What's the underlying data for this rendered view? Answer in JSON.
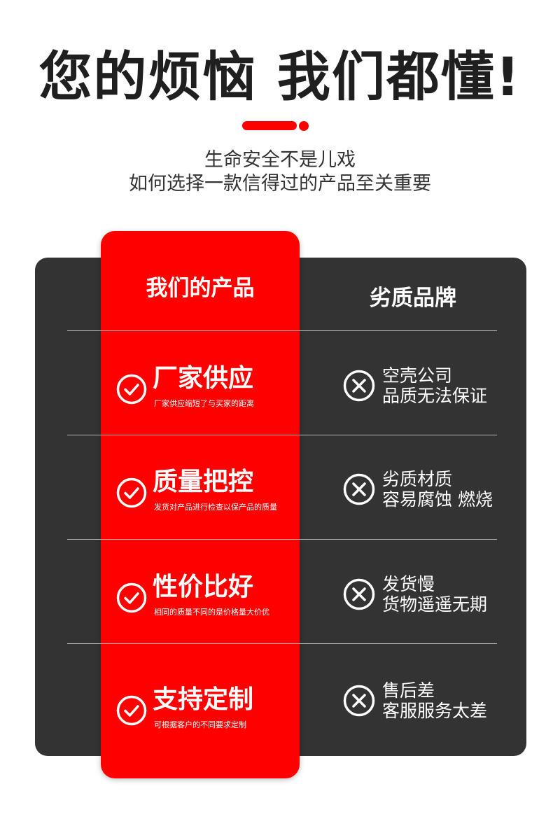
{
  "headline": "您的烦恼 我们都懂!",
  "subtitle": {
    "line1": "生命安全不是儿戏",
    "line2": "如何选择一款信得过的产品至关重要"
  },
  "colors": {
    "accent_red": "#ff0000",
    "panel_dark": "#333333",
    "headline_text": "#1f1f1f"
  },
  "comparison": {
    "ours_header": "我们的产品",
    "bad_header": "劣质品牌",
    "rows": [
      {
        "good_title": "厂家供应",
        "good_desc": "厂家供应缩短了与买家的距离",
        "bad_line1": "空壳公司",
        "bad_line2": "品质无法保证"
      },
      {
        "good_title": "质量把控",
        "good_desc": "发货对产品进行检查以保产品的质量",
        "bad_line1": "劣质材质",
        "bad_line2": "容易腐蚀 燃烧"
      },
      {
        "good_title": "性价比好",
        "good_desc": "相同的质量不同的是价格量大价优",
        "bad_line1": "发货慢",
        "bad_line2": "货物遥遥无期"
      },
      {
        "good_title": "支持定制",
        "good_desc": "可根据客户的不同要求定制",
        "bad_line1": "售后差",
        "bad_line2": "客服服务太差"
      }
    ],
    "good_icon": "check-circle-icon",
    "bad_icon": "x-circle-icon"
  }
}
